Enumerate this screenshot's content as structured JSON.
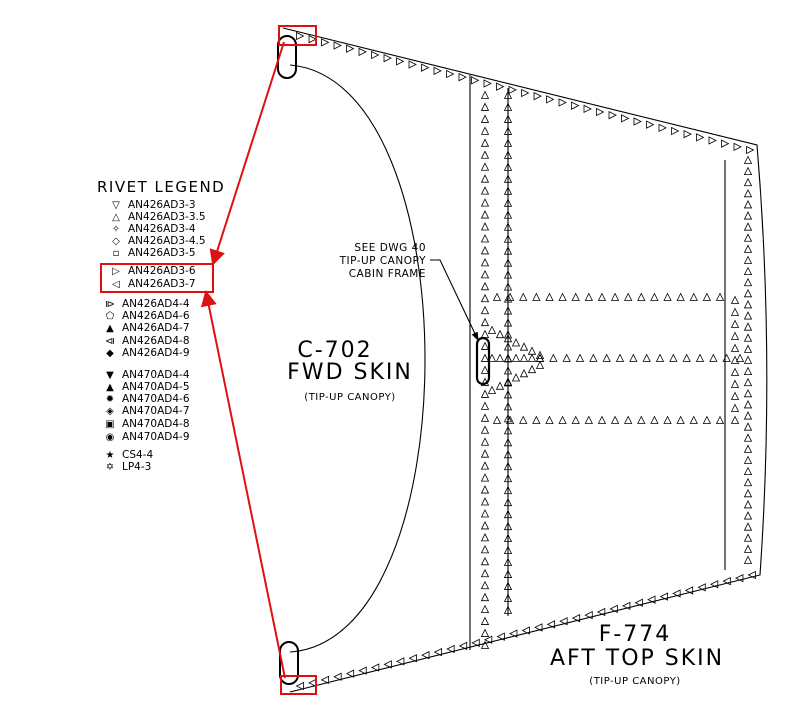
{
  "legend": {
    "title": "RIVET LEGEND",
    "items": [
      {
        "symbol": "▽",
        "label": "AN426AD3-3"
      },
      {
        "symbol": "△",
        "label": "AN426AD3-3.5"
      },
      {
        "symbol": "✧",
        "label": "AN426AD3-4"
      },
      {
        "symbol": "◇",
        "label": "AN426AD3-4.5"
      },
      {
        "symbol": "▫",
        "label": "AN426AD3-5"
      },
      {
        "symbol": "▷",
        "label": "AN426AD3-6"
      },
      {
        "symbol": "◁",
        "label": "AN426AD3-7"
      },
      {
        "symbol": "⧐",
        "label": "AN426AD4-4"
      },
      {
        "symbol": "⬠",
        "label": "AN426AD4-6"
      },
      {
        "symbol": "▲",
        "label": "AN426AD4-7"
      },
      {
        "symbol": "⧏",
        "label": "AN426AD4-8"
      },
      {
        "symbol": "◆",
        "label": "AN426AD4-9"
      },
      {
        "symbol": "▼",
        "label": "AN470AD4-4"
      },
      {
        "symbol": "▲",
        "label": "AN470AD4-5"
      },
      {
        "symbol": "✹",
        "label": "AN470AD4-6"
      },
      {
        "symbol": "◈",
        "label": "AN470AD4-7"
      },
      {
        "symbol": "▣",
        "label": "AN470AD4-8"
      },
      {
        "symbol": "◉",
        "label": "AN470AD4-9"
      },
      {
        "symbol": "★",
        "label": "CS4-4"
      },
      {
        "symbol": "✡",
        "label": "LP4-3"
      }
    ]
  },
  "fwd_skin": {
    "part": "C-702",
    "name": "FWD SKIN",
    "note": "(TIP-UP CANOPY)"
  },
  "aft_skin": {
    "part": "F-774",
    "name": "AFT TOP SKIN",
    "note": "(TIP-UP CANOPY)"
  },
  "callout": {
    "line1": "SEE DWG 40",
    "line2": "TIP-UP CANOPY",
    "line3": "CABIN FRAME"
  },
  "colors": {
    "highlight": "#e01010",
    "ink": "#000000"
  }
}
